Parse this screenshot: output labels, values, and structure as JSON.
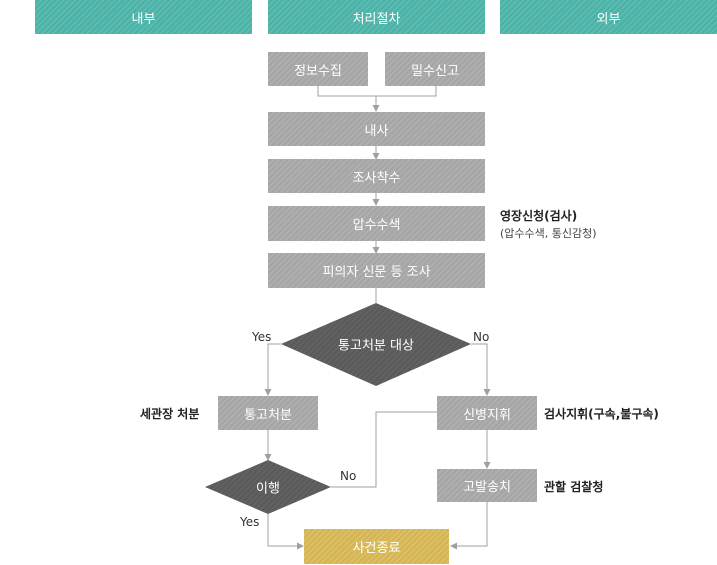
{
  "headers": {
    "internal": "내부",
    "process": "처리절차",
    "external": "외부"
  },
  "steps": {
    "info_collection": "정보수집",
    "secret_report": "밀수신고",
    "pre_investigation": "내사",
    "investigation_start": "조사착수",
    "search_seizure": "압수수색",
    "suspect_interrogation": "피의자 신문 등 조사",
    "notice_disposition": "통고처분",
    "handover_direction": "신병지휘",
    "referral": "고발송치",
    "case_closed": "사건종료"
  },
  "decisions": {
    "disposition_target": "통고처분 대상",
    "fulfillment": "이행"
  },
  "branch_labels": {
    "yes": "Yes",
    "no": "No"
  },
  "side_notes": {
    "warrant_title": "영장신청(검사)",
    "warrant_detail": "(압수수색, 통신감청)",
    "customs_chief": "세관장 처분",
    "prosecutor_direction": "검사지휘(구속,불구속)",
    "prosecutor_office": "관할 검찰청"
  },
  "colors": {
    "header": "#4bb3a8",
    "step": "#a6a6a6",
    "decision": "#5b5b5b",
    "end": "#d6b653",
    "line": "#a0a0a0"
  }
}
